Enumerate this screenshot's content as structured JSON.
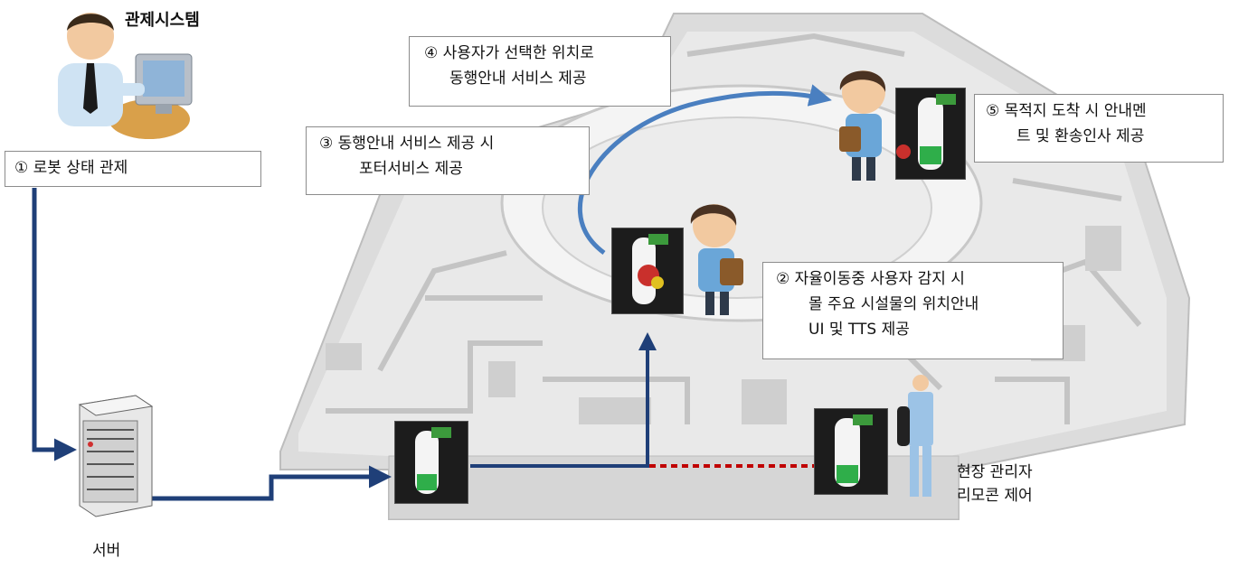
{
  "system_title": "관제시스템",
  "server_label": "서버",
  "steps": {
    "s1": {
      "lines": [
        "① 로봇 상태 관제"
      ]
    },
    "s2": {
      "lines": [
        "②  자율이동중 사용자 감지 시",
        "몰 주요 시설물의 위치안내",
        "UI 및 TTS 제공"
      ]
    },
    "s3": {
      "lines": [
        "③  동행안내 서비스 제공 시",
        "포터서비스 제공"
      ]
    },
    "s4": {
      "lines": [
        "④ 사용자가 선택한 위치로",
        "동행안내 서비스 제공"
      ]
    },
    "s5": {
      "lines": [
        "⑤ 목적지 도착 시 안내멘",
        "트 및 환송인사 제공"
      ]
    }
  },
  "remote_label": {
    "lines": [
      "현장 관리자",
      "리모콘 제어"
    ]
  },
  "colors": {
    "flow_arrow": "#1f3f78",
    "guide_arrow": "#4a7fc0",
    "remote_line": "#c00000",
    "floor": "#d9d9d9",
    "wall": "#f2f2f2"
  }
}
